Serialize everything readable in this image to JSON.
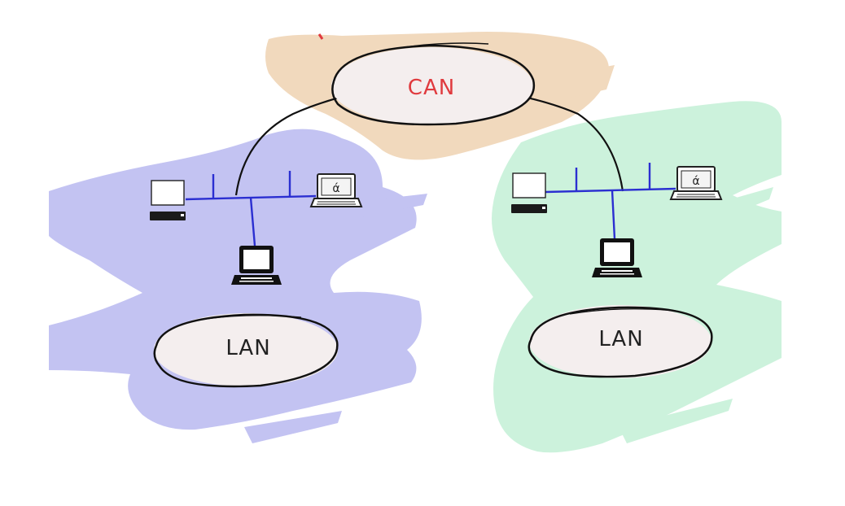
{
  "labels": {
    "can": "CAN",
    "lan_left": "LAN",
    "lan_right": "LAN"
  },
  "colors": {
    "can_text": "#e03a3e",
    "lan_text": "#222222",
    "ellipse_fill": "#f4eeee",
    "stroke": "#111111",
    "wire": "#2b2fd1",
    "blob_left": "#c3c3f2",
    "blob_right": "#ccf2dc",
    "blob_top": "#f1d9bd"
  },
  "icons": {
    "left_network": [
      "desktop-computer-icon",
      "laptop-icon",
      "apple-laptop-icon"
    ],
    "right_network": [
      "desktop-computer-icon",
      "laptop-icon",
      "apple-laptop-icon"
    ]
  }
}
